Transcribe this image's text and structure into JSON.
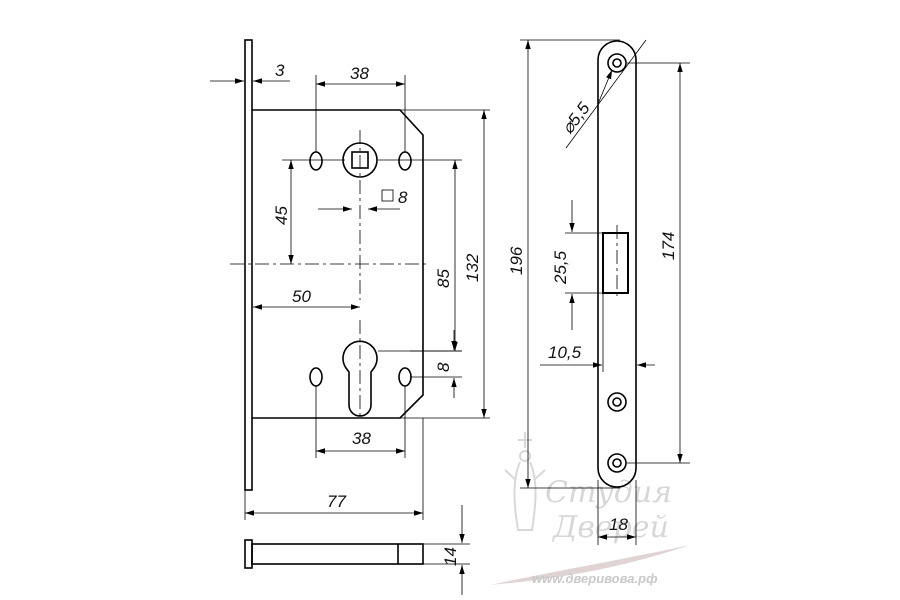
{
  "dimensions": {
    "plate_thickness": "3",
    "top_hole_spacing": "38",
    "square_spindle": "8",
    "spindle_to_center": "45",
    "backset": "50",
    "center_distance": "85",
    "mounting_height": "132",
    "faceplate_length": "196",
    "hole_diameter": "⌀5,5",
    "latch_height": "25,5",
    "faceplate_fixing_span": "174",
    "latch_offset": "10,5",
    "cylinder_slot": "8",
    "bottom_hole_spacing": "38",
    "overall_depth": "77",
    "faceplate_width": "18",
    "body_thickness": "14"
  },
  "watermark": {
    "line1": "Студия",
    "line2": "Дверей",
    "url": "www.дверивова.рф"
  }
}
